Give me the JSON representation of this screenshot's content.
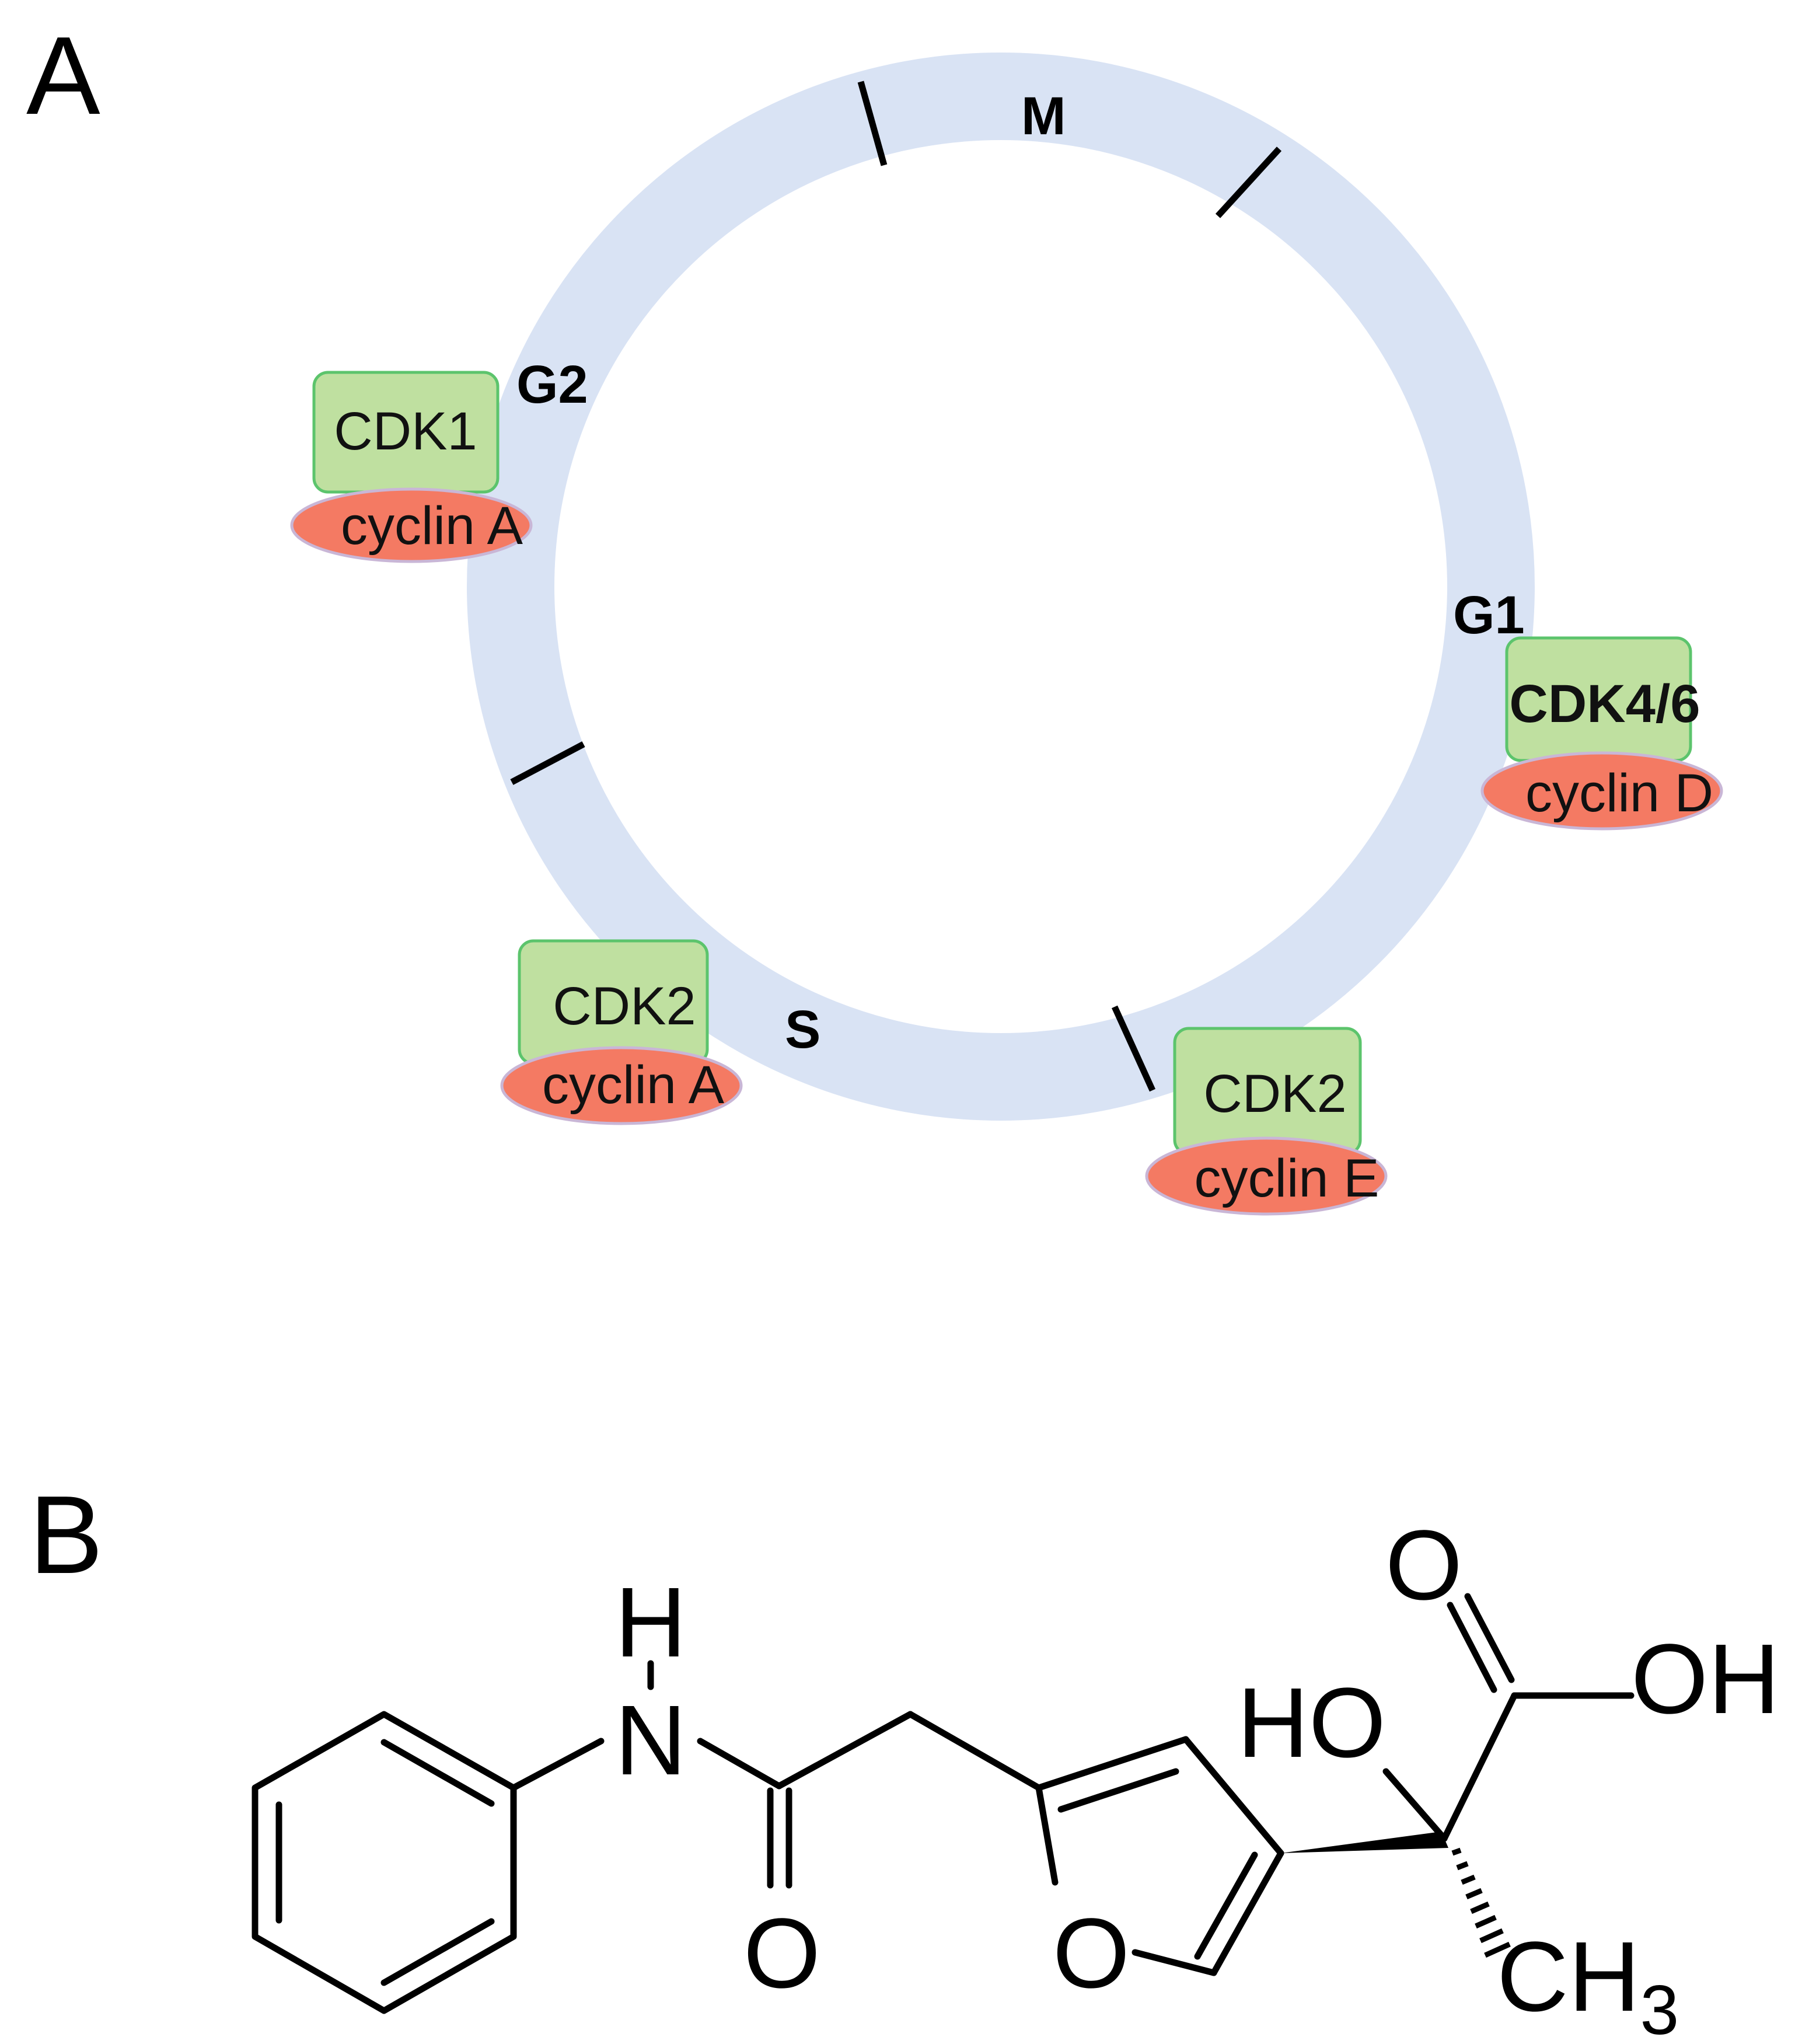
{
  "panel_a": {
    "label": "A",
    "phases": {
      "m": "M",
      "g1": "G1",
      "s": "S",
      "g2": "G2"
    },
    "complexes": {
      "g1": {
        "cdk": "CDK4/6",
        "cyclin": "cyclin D"
      },
      "g1s": {
        "cdk": "CDK2",
        "cyclin": "cyclin E"
      },
      "s": {
        "cdk": "CDK2",
        "cyclin": "cyclin A"
      },
      "g2": {
        "cdk": "CDK1",
        "cyclin": "cyclin A"
      }
    },
    "colors": {
      "ring": "#d9e3f4",
      "cdk_fill": "#bfe0a0",
      "cdk_border": "#5cc46c",
      "cyclin_fill": "#f47a63",
      "cyclin_border": "#c9b6d6"
    }
  },
  "panel_b": {
    "label": "B",
    "atoms": {
      "h": "H",
      "n": "N",
      "o_amide": "O",
      "o_furan": "O",
      "ho": "HO",
      "o_acid": "O",
      "oh": "OH",
      "ch3_main": "CH",
      "ch3_sub": "3"
    }
  }
}
